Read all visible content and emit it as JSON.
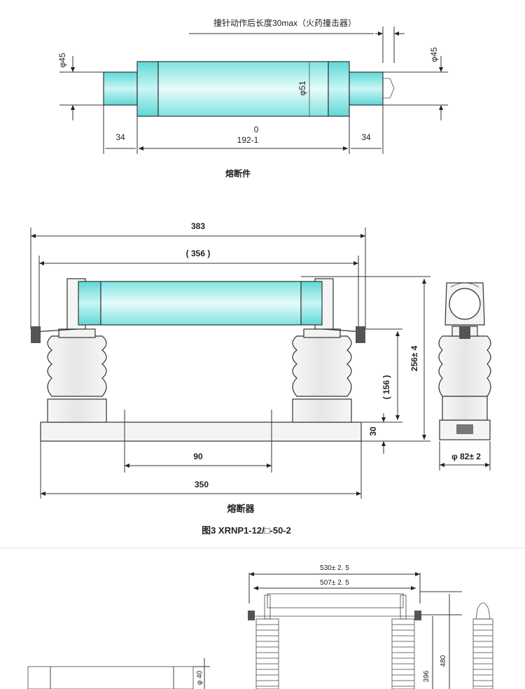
{
  "fig1": {
    "striker_note": "撞针动作后长度30max（火药撞击器）",
    "dia_left": "φ45",
    "dia_right": "φ45",
    "dia_mid": "φ51",
    "dim_left": "34",
    "dim_right": "34",
    "dim_center_top": "0",
    "dim_center_bottom": "192-1",
    "caption": "熔断件"
  },
  "fig2": {
    "dim_overall": "383",
    "dim_fuse": "( 356 )",
    "dim_height": "256± 4",
    "dim_insulator": "( 156 )",
    "dim_base_h": "30",
    "dim_mount": "90",
    "dim_base": "350",
    "dim_side_width": "φ 82± 2",
    "caption": "熔断器",
    "figure_title": "图3 XRNP1-12/□-50-2"
  },
  "fig3": {
    "dim_overall": "530± 2. 5",
    "dim_fuse": "507± 2. 5",
    "dim_mid": "396",
    "dim_right": "480",
    "dia_small": "φ 40"
  },
  "colors": {
    "fuse_light": "#e8fbfb",
    "fuse_cyan": "#7fe3e0",
    "insulator": "#ececec"
  }
}
